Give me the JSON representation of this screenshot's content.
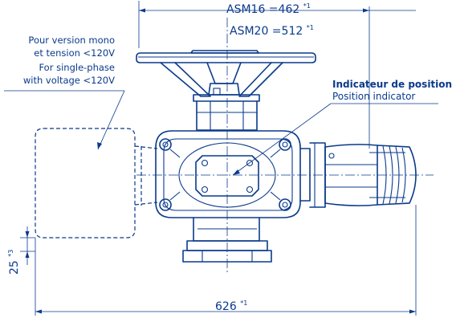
{
  "colors": {
    "line": "#0a3a8c",
    "background": "#ffffff"
  },
  "dimensions": {
    "asm16": "ASM16 =462",
    "asm16_note": "*1",
    "asm20": "ASM20 =512",
    "asm20_note": "*1",
    "overall": "626",
    "overall_note": "*1",
    "clearance": "25",
    "clearance_note": "*3"
  },
  "notes": {
    "mono_fr_1": "Pour version mono",
    "mono_fr_2": "et tension <120V",
    "mono_en_1": "For single-phase",
    "mono_en_2": "with voltage <120V"
  },
  "callout": {
    "fr": "Indicateur de position",
    "en": "Position indicator"
  }
}
